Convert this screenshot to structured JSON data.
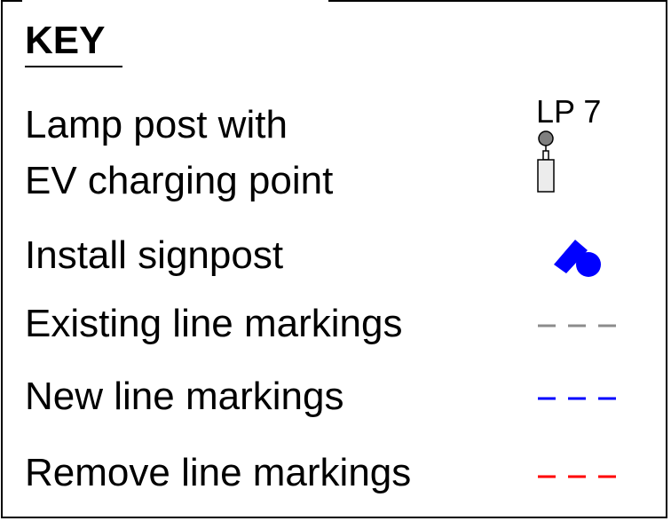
{
  "key": {
    "title": "KEY",
    "items": [
      {
        "id": "lamp-post",
        "label_line1": "Lamp post with",
        "label_line2": "EV charging point",
        "symbol_text": "LP 7",
        "symbol": "lamp-post-icon"
      },
      {
        "id": "signpost",
        "label": "Install signpost",
        "symbol": "signpost-icon",
        "color": "#0000ff"
      },
      {
        "id": "existing-lines",
        "label": "Existing line markings",
        "symbol": "dashed-line",
        "color": "#8c8c8c"
      },
      {
        "id": "new-lines",
        "label": "New line markings",
        "symbol": "dashed-line",
        "color": "#0000ff"
      },
      {
        "id": "remove-lines",
        "label": "Remove line markings",
        "symbol": "dashed-line",
        "color": "#ff0000"
      }
    ]
  }
}
